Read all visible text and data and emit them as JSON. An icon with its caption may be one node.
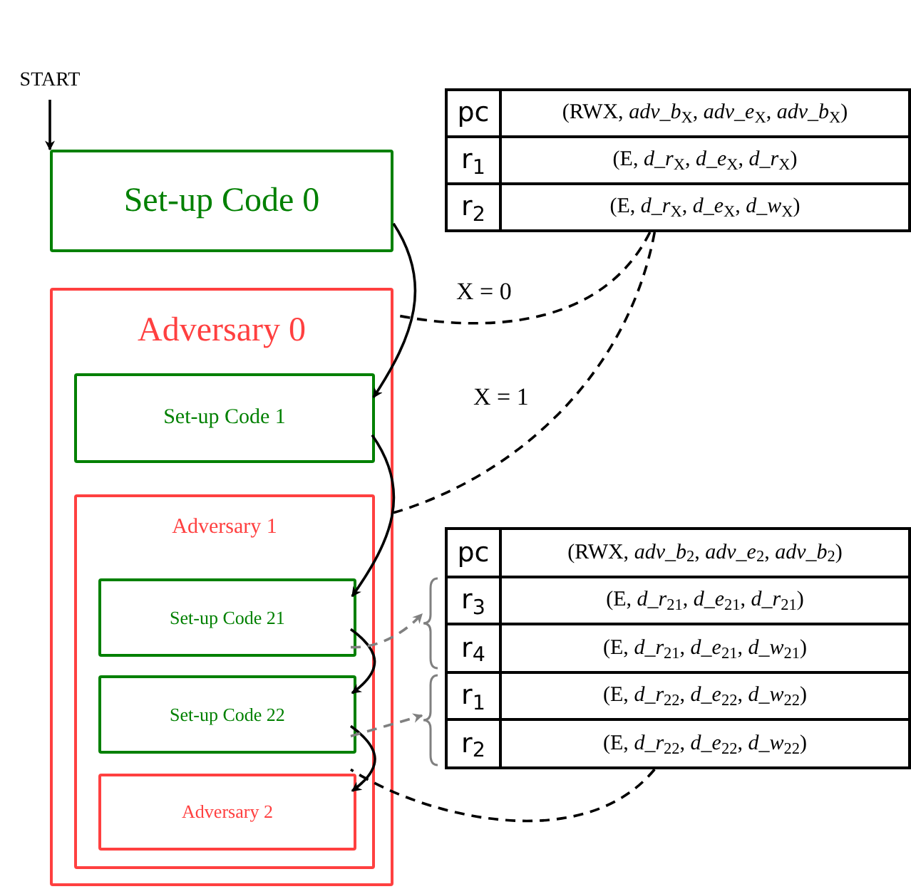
{
  "diagram": {
    "nodes": [
      {
        "text": [
          "START"
        ]
      },
      {
        "text": [
          "Set-up Code 0"
        ]
      },
      {
        "text": [
          "Adversary 0"
        ]
      },
      {
        "text": [
          "Set-up Code 1"
        ],
        "in": 2
      },
      {
        "text": [
          "Adversary 1"
        ],
        "in": 2
      },
      {
        "text": [
          "Set-up Code 21"
        ],
        "in": 4
      },
      {
        "text": [
          "Set-up Code 22"
        ],
        "in": 4
      },
      {
        "text": [
          "Adversary 2"
        ],
        "in": 4
      },
      {
        "text": [
          "pc",
          "(RWX, *adv_b*$_{X}$, *adv_e*$_{X}$, *adv_b*$_{X}$)",
          "r$_{1}$",
          "(E, *d_r*$_{X}$, *d_e*$_{X}$, *d_r*$_{X}$)",
          "r$_{2}$",
          "(E, *d_r*$_{X}$, *d_e*$_{X}$, *d_w*$_{X}$)"
        ]
      },
      {
        "text": [
          "pc",
          "(RWX, *adv_b*$_{2}$, *adv_e*$_{2}$, *adv_b*$_{2}$)",
          "r$_{3}$",
          "(E, *d_r*$_{21}$, *d_e*$_{21}$, *d_r*$_{21}$)",
          "r$_{4}$",
          "(E, *d_r*$_{21}$, *d_e*$_{21}$, *d_w*$_{21}$)",
          "r$_{1}$",
          "(E, *d_r*$_{22}$, *d_e*$_{22}$, *d_w*$_{22}$)",
          "r$_{2}$",
          "(E, *d_r*$_{22}$, *d_e*$_{22}$, *d_w*$_{22}$)"
        ]
      },
      {
        "text": [],
        "shape": "brace"
      },
      {
        "text": [],
        "shape": "brace"
      }
    ],
    "edges": [
      {
        "from": 0,
        "to": 1,
        "arrow": "to"
      },
      {
        "from": 1,
        "to": 3,
        "arrow": "to"
      },
      {
        "from": 3,
        "to": 5,
        "arrow": "to"
      },
      {
        "from": 5,
        "to": 6,
        "arrow": "to"
      },
      {
        "from": 6,
        "to": 7,
        "arrow": "to"
      },
      {
        "from": 8,
        "to": 2,
        "arrow": "none",
        "style": "dashed",
        "label": "X = 0"
      },
      {
        "from": 8,
        "to": 2,
        "arrow": "none",
        "style": "dashed",
        "label": "X = 1"
      },
      {
        "from": 5,
        "to": 10,
        "arrow": "to",
        "style": "dashed",
        "color": "#808080"
      },
      {
        "from": 6,
        "to": 11,
        "arrow": "to",
        "style": "dashed",
        "color": "#808080"
      },
      {
        "from": 9,
        "to": 7,
        "arrow": "none",
        "style": "dashed"
      }
    ]
  }
}
